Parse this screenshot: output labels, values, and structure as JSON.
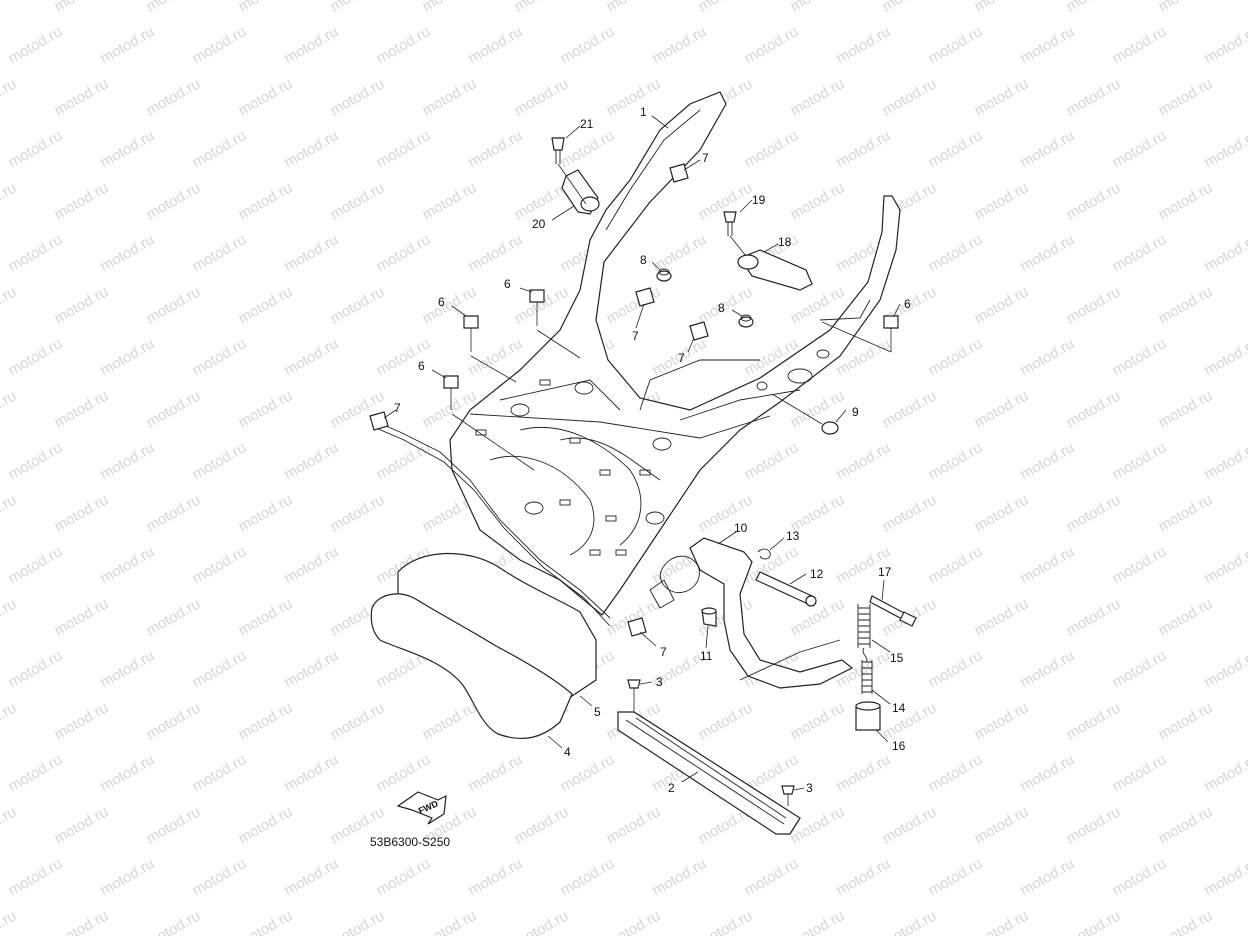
{
  "watermark": "motod.ru",
  "diagram_code": "53B6300-S250",
  "fwd_arrow_label": "FWD",
  "callouts": {
    "c1": "1",
    "c2": "2",
    "c3a": "3",
    "c3b": "3",
    "c4": "4",
    "c5": "5",
    "c6a": "6",
    "c6b": "6",
    "c6c": "6",
    "c6d": "6",
    "c7a": "7",
    "c7b": "7",
    "c7c": "7",
    "c7d": "7",
    "c7e": "7",
    "c8a": "8",
    "c8b": "8",
    "c9": "9",
    "c10": "10",
    "c11": "11",
    "c12": "12",
    "c13": "13",
    "c14": "14",
    "c15": "15",
    "c16": "16",
    "c17": "17",
    "c18": "18",
    "c19": "19",
    "c20": "20",
    "c21": "21"
  },
  "colors": {
    "line": "#222222",
    "watermark": "#d6d6d6",
    "background": "#ffffff"
  }
}
